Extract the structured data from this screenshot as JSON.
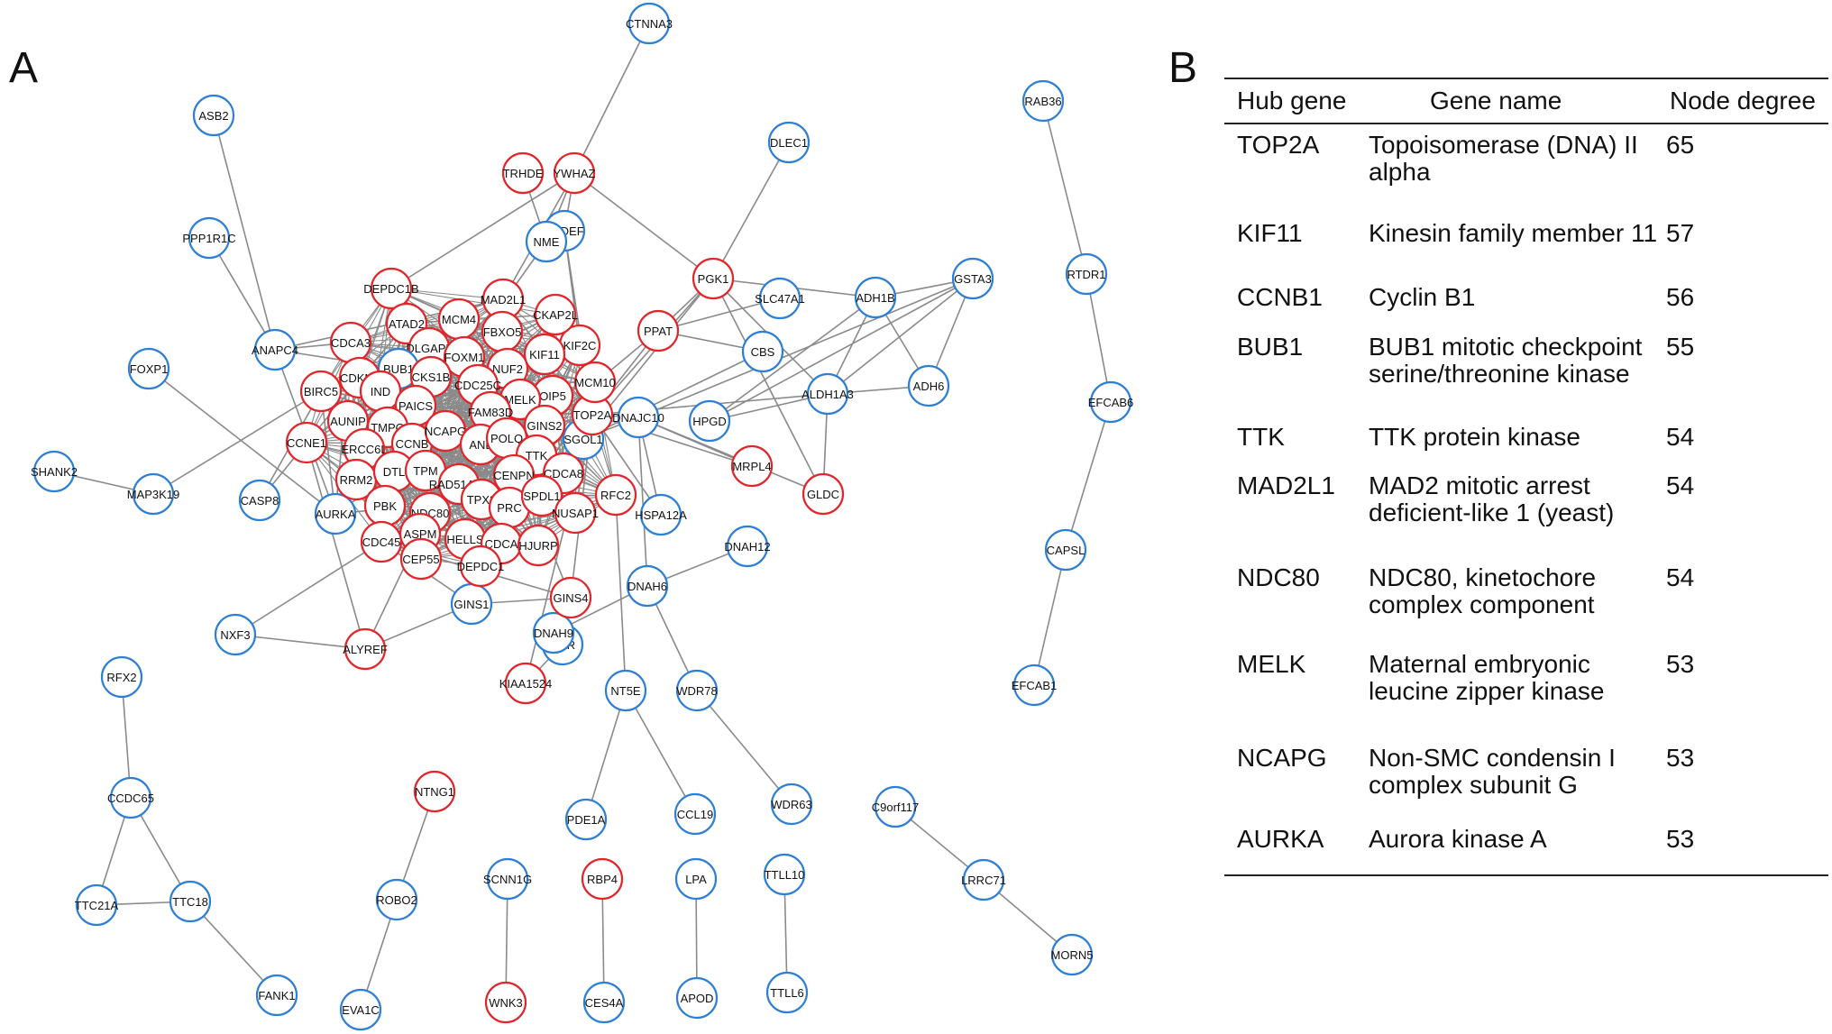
{
  "panel_a": {
    "label": "A",
    "colors": {
      "upregulated": "#e0262b",
      "downregulated": "#2e7fd4",
      "edge": "#8a8a8a"
    },
    "nodes": [
      {
        "id": "CTNNA3",
        "label": "CTNNA3",
        "c": "blue"
      },
      {
        "id": "ASB2",
        "label": "ASB2",
        "c": "blue"
      },
      {
        "id": "PPP1R1C",
        "label": "PPP1R1C",
        "c": "blue"
      },
      {
        "id": "FOXP1",
        "label": "FOXP1",
        "c": "blue"
      },
      {
        "id": "SHANK2",
        "label": "SHANK2",
        "c": "blue"
      },
      {
        "id": "MAP3K19",
        "label": "MAP3K19",
        "c": "blue"
      },
      {
        "id": "ANAPC4",
        "label": "ANAPC4",
        "c": "blue"
      },
      {
        "id": "CASP8",
        "label": "CASP8",
        "c": "blue"
      },
      {
        "id": "AURKA",
        "label": "AURKA",
        "c": "blue"
      },
      {
        "id": "NXF3",
        "label": "NXF3",
        "c": "blue"
      },
      {
        "id": "ALYREF",
        "label": "ALYREF",
        "c": "red"
      },
      {
        "id": "GINS1",
        "label": "GINS1",
        "c": "blue"
      },
      {
        "id": "KIAA1524",
        "label": "KIAA1524",
        "c": "red"
      },
      {
        "id": "PGR",
        "label": "PGR",
        "c": "blue"
      },
      {
        "id": "DNAH9",
        "label": "DNAH9",
        "c": "blue"
      },
      {
        "id": "GINS4",
        "label": "GINS4",
        "c": "red"
      },
      {
        "id": "NT5E",
        "label": "NT5E",
        "c": "blue"
      },
      {
        "id": "WDR78",
        "label": "WDR78",
        "c": "blue"
      },
      {
        "id": "DNAH6",
        "label": "DNAH6",
        "c": "blue"
      },
      {
        "id": "DNAH12",
        "label": "DNAH12",
        "c": "blue"
      },
      {
        "id": "HSPA12A",
        "label": "HSPA12A",
        "c": "blue"
      },
      {
        "id": "GLDC",
        "label": "GLDC",
        "c": "red"
      },
      {
        "id": "MRPL4",
        "label": "MRPL4",
        "c": "red"
      },
      {
        "id": "HPGD",
        "label": "HPGD",
        "c": "blue"
      },
      {
        "id": "ALDH1A3",
        "label": "ALDH1A3",
        "c": "blue"
      },
      {
        "id": "ADH6",
        "label": "ADH6",
        "c": "blue"
      },
      {
        "id": "ADH1B",
        "label": "ADH1B",
        "c": "blue"
      },
      {
        "id": "GSTA3",
        "label": "GSTA3",
        "c": "blue"
      },
      {
        "id": "CBS",
        "label": "CBS",
        "c": "blue"
      },
      {
        "id": "SLC47A1",
        "label": "SLC47A1",
        "c": "blue"
      },
      {
        "id": "DLEC1",
        "label": "DLEC1",
        "c": "blue"
      },
      {
        "id": "PGK1",
        "label": "PGK1",
        "c": "red"
      },
      {
        "id": "PPAT",
        "label": "PPAT",
        "c": "red"
      },
      {
        "id": "TRHDE",
        "label": "TRHDE",
        "c": "red"
      },
      {
        "id": "YWHAZ",
        "label": "YWHAZ",
        "c": "red"
      },
      {
        "id": "SPDEF",
        "label": "SPDEF",
        "c": "blue"
      },
      {
        "id": "NME",
        "label": "NME",
        "c": "blue"
      },
      {
        "id": "DNAJC10",
        "label": "DNAJC10",
        "c": "blue"
      },
      {
        "id": "SGOL1",
        "label": "SGOL1",
        "c": "blue"
      },
      {
        "id": "TOP2A",
        "label": "TOP2A",
        "c": "red"
      },
      {
        "id": "MCM10",
        "label": "MCM10",
        "c": "red"
      },
      {
        "id": "KIF2C",
        "label": "KIF2C",
        "c": "red"
      },
      {
        "id": "CKAP2L",
        "label": "CKAP2L",
        "c": "red"
      },
      {
        "id": "MAD2L1",
        "label": "MAD2L1",
        "c": "red"
      },
      {
        "id": "DEPDC1B",
        "label": "DEPDC1B",
        "c": "red"
      },
      {
        "id": "ATAD2",
        "label": "ATAD2",
        "c": "red"
      },
      {
        "id": "MCM4",
        "label": "MCM4",
        "c": "red"
      },
      {
        "id": "FBXO5",
        "label": "FBXO5",
        "c": "red"
      },
      {
        "id": "KIF11",
        "label": "KIF11",
        "c": "red"
      },
      {
        "id": "CDCA3",
        "label": "CDCA3",
        "c": "red"
      },
      {
        "id": "DLGAP5",
        "label": "DLGAP5",
        "c": "red"
      },
      {
        "id": "FOXM1",
        "label": "FOXM1",
        "c": "red"
      },
      {
        "id": "NUF2",
        "label": "NUF2",
        "c": "red"
      },
      {
        "id": "BUB1",
        "label": "BUB1",
        "c": "blue"
      },
      {
        "id": "CDKN3",
        "label": "CDKN3",
        "c": "red"
      },
      {
        "id": "CKS1B",
        "label": "CKS1B",
        "c": "red"
      },
      {
        "id": "CDC25C",
        "label": "CDC25C",
        "c": "red"
      },
      {
        "id": "OIP5",
        "label": "OIP5",
        "c": "red"
      },
      {
        "id": "MELK",
        "label": "MELK",
        "c": "red"
      },
      {
        "id": "BIRC5",
        "label": "BIRC5",
        "c": "red"
      },
      {
        "id": "IND",
        "label": "IND",
        "c": "red"
      },
      {
        "id": "PAICS",
        "label": "PAICS",
        "c": "red"
      },
      {
        "id": "FAM83D",
        "label": "FAM83D",
        "c": "red"
      },
      {
        "id": "GINS2",
        "label": "GINS2",
        "c": "red"
      },
      {
        "id": "AUNIP",
        "label": "AUNIP",
        "c": "red"
      },
      {
        "id": "TMPO",
        "label": "TMPO",
        "c": "red"
      },
      {
        "id": "CCNB",
        "label": "CCNB",
        "c": "red"
      },
      {
        "id": "NCAPG",
        "label": "NCAPG",
        "c": "red"
      },
      {
        "id": "ANL",
        "label": "ANL",
        "c": "red"
      },
      {
        "id": "POLQ",
        "label": "POLQ",
        "c": "red"
      },
      {
        "id": "TTK",
        "label": "TTK",
        "c": "red"
      },
      {
        "id": "CCNE1",
        "label": "CCNE1",
        "c": "red"
      },
      {
        "id": "ERCC6L",
        "label": "ERCC6L",
        "c": "red"
      },
      {
        "id": "RRM2",
        "label": "RRM2",
        "c": "red"
      },
      {
        "id": "DTL",
        "label": "DTL",
        "c": "red"
      },
      {
        "id": "TPM",
        "label": "TPM",
        "c": "red"
      },
      {
        "id": "RAD51AP1",
        "label": "RAD51AP1",
        "c": "red"
      },
      {
        "id": "CENPN",
        "label": "CENPN",
        "c": "red"
      },
      {
        "id": "CDCA8",
        "label": "CDCA8",
        "c": "red"
      },
      {
        "id": "RFC2",
        "label": "RFC2",
        "c": "red"
      },
      {
        "id": "PBK",
        "label": "PBK",
        "c": "red"
      },
      {
        "id": "NDC80",
        "label": "NDC80",
        "c": "red"
      },
      {
        "id": "TPX2",
        "label": "TPX2",
        "c": "red"
      },
      {
        "id": "PRC",
        "label": "PRC",
        "c": "red"
      },
      {
        "id": "SPDL1",
        "label": "SPDL1",
        "c": "red"
      },
      {
        "id": "NUSAP1",
        "label": "NUSAP1",
        "c": "red"
      },
      {
        "id": "CDC45",
        "label": "CDC45",
        "c": "red"
      },
      {
        "id": "ASPM",
        "label": "ASPM",
        "c": "red"
      },
      {
        "id": "HELLS",
        "label": "HELLS",
        "c": "red"
      },
      {
        "id": "CDCA",
        "label": "CDCA",
        "c": "red"
      },
      {
        "id": "HJURP",
        "label": "HJURP",
        "c": "red"
      },
      {
        "id": "CEP55",
        "label": "CEP55",
        "c": "red"
      },
      {
        "id": "DEPDC1",
        "label": "DEPDC1",
        "c": "red"
      },
      {
        "id": "RAB36",
        "label": "RAB36",
        "c": "blue"
      },
      {
        "id": "RTDR1",
        "label": "RTDR1",
        "c": "blue"
      },
      {
        "id": "EFCAB6",
        "label": "EFCAB6",
        "c": "blue"
      },
      {
        "id": "CAPSL",
        "label": "CAPSL",
        "c": "blue"
      },
      {
        "id": "EFCAB1",
        "label": "EFCAB1",
        "c": "blue"
      },
      {
        "id": "RFX2",
        "label": "RFX2",
        "c": "blue"
      },
      {
        "id": "CCDC65",
        "label": "CCDC65",
        "c": "blue"
      },
      {
        "id": "TTC21A",
        "label": "TTC21A",
        "c": "blue"
      },
      {
        "id": "TTC18",
        "label": "TTC18",
        "c": "blue"
      },
      {
        "id": "FANK1",
        "label": "FANK1",
        "c": "blue"
      },
      {
        "id": "NTNG1",
        "label": "NTNG1",
        "c": "red"
      },
      {
        "id": "ROBO2",
        "label": "ROBO2",
        "c": "blue"
      },
      {
        "id": "EVA1C",
        "label": "EVA1C",
        "c": "blue"
      },
      {
        "id": "SCNN1G",
        "label": "SCNN1G",
        "c": "blue"
      },
      {
        "id": "WNK3",
        "label": "WNK3",
        "c": "red"
      },
      {
        "id": "RBP4",
        "label": "RBP4",
        "c": "red"
      },
      {
        "id": "CES4A",
        "label": "CES4A",
        "c": "blue"
      },
      {
        "id": "LPA",
        "label": "LPA",
        "c": "blue"
      },
      {
        "id": "APOD",
        "label": "APOD",
        "c": "blue"
      },
      {
        "id": "TTLL10",
        "label": "TTLL10",
        "c": "blue"
      },
      {
        "id": "TTLL6",
        "label": "TTLL6",
        "c": "blue"
      },
      {
        "id": "PDE1A",
        "label": "PDE1A",
        "c": "blue"
      },
      {
        "id": "CCL19",
        "label": "CCL19",
        "c": "blue"
      },
      {
        "id": "WDR63",
        "label": "WDR63",
        "c": "blue"
      },
      {
        "id": "C9orf117",
        "label": "C9orf117",
        "c": "blue"
      },
      {
        "id": "LRRC71",
        "label": "LRRC71",
        "c": "blue"
      },
      {
        "id": "MORN5",
        "label": "MORN5",
        "c": "blue"
      }
    ],
    "edges": [
      [
        "CTNNA3",
        "YWHAZ"
      ],
      [
        "ASB2",
        "ANAPC4"
      ],
      [
        "PPP1R1C",
        "ANAPC4"
      ],
      [
        "SHANK2",
        "MAP3K19"
      ],
      [
        "MAP3K19",
        "BIRC5"
      ],
      [
        "FOXP1",
        "AURKA"
      ],
      [
        "ANAPC4",
        "CDCA3"
      ],
      [
        "ANAPC4",
        "BUB1"
      ],
      [
        "ANAPC4",
        "MAD2L1"
      ],
      [
        "ANAPC4",
        "AURKA"
      ],
      [
        "CASP8",
        "BIRC5"
      ],
      [
        "CASP8",
        "CCNE1"
      ],
      [
        "AURKA",
        "CDCA3"
      ],
      [
        "AURKA",
        "TPX2"
      ],
      [
        "AURKA",
        "BUB1"
      ],
      [
        "AURKA",
        "BIRC5"
      ],
      [
        "AURKA",
        "KIF2C"
      ],
      [
        "NXF3",
        "ALYREF"
      ],
      [
        "NXF3",
        "CDC45"
      ],
      [
        "ALYREF",
        "GINS1"
      ],
      [
        "ALYREF",
        "CCNE1"
      ],
      [
        "ALYREF",
        "ASPM"
      ],
      [
        "GINS1",
        "GINS4"
      ],
      [
        "GINS1",
        "CDC45"
      ],
      [
        "GINS1",
        "GINS2"
      ],
      [
        "GINS1",
        "MCM10"
      ],
      [
        "GINS4",
        "CDC45"
      ],
      [
        "GINS4",
        "MCM4"
      ],
      [
        "GINS4",
        "TOP2A"
      ],
      [
        "KIAA1524",
        "TOP2A"
      ],
      [
        "KIAA1524",
        "PGR"
      ],
      [
        "PGR",
        "DNAH9"
      ],
      [
        "DNAH9",
        "DNAH6"
      ],
      [
        "DNAH6",
        "WDR78"
      ],
      [
        "DNAH6",
        "DNAH12"
      ],
      [
        "DNAH6",
        "DNAJC10"
      ],
      [
        "WDR78",
        "WDR63"
      ],
      [
        "NT5E",
        "PDE1A"
      ],
      [
        "NT5E",
        "CCL19"
      ],
      [
        "NT5E",
        "RFC2"
      ],
      [
        "HSPA12A",
        "DNAJC10"
      ],
      [
        "HSPA12A",
        "TOP2A"
      ],
      [
        "GLDC",
        "PGK1"
      ],
      [
        "GLDC",
        "ALDH1A3"
      ],
      [
        "GLDC",
        "DNAJC10"
      ],
      [
        "MRPL4",
        "TOP2A"
      ],
      [
        "MRPL4",
        "DNAJC10"
      ],
      [
        "HPGD",
        "ALDH1A3"
      ],
      [
        "HPGD",
        "ADH1B"
      ],
      [
        "HPGD",
        "GSTA3"
      ],
      [
        "ALDH1A3",
        "ADH6"
      ],
      [
        "ALDH1A3",
        "ADH1B"
      ],
      [
        "ALDH1A3",
        "GSTA3"
      ],
      [
        "ALDH1A3",
        "PGK1"
      ],
      [
        "ALDH1A3",
        "TOP2A"
      ],
      [
        "ADH6",
        "ADH1B"
      ],
      [
        "ADH6",
        "GSTA3"
      ],
      [
        "ADH1B",
        "GSTA3"
      ],
      [
        "ADH1B",
        "PGK1"
      ],
      [
        "GSTA3",
        "DNAJC10"
      ],
      [
        "CBS",
        "PPAT"
      ],
      [
        "CBS",
        "SGOL1"
      ],
      [
        "SLC47A1",
        "PPAT"
      ],
      [
        "DLEC1",
        "PGK1"
      ],
      [
        "PGK1",
        "YWHAZ"
      ],
      [
        "PGK1",
        "PPAT"
      ],
      [
        "PGK1",
        "TOP2A"
      ],
      [
        "PGK1",
        "SGOL1"
      ],
      [
        "PPAT",
        "TOP2A"
      ],
      [
        "PPAT",
        "GINS2"
      ],
      [
        "TRHDE",
        "NME"
      ],
      [
        "YWHAZ",
        "NME"
      ],
      [
        "YWHAZ",
        "SPDEF"
      ],
      [
        "YWHAZ",
        "MAD2L1"
      ],
      [
        "YWHAZ",
        "DEPDC1B"
      ],
      [
        "SPDEF",
        "TOP2A"
      ],
      [
        "SPDEF",
        "KIF2C"
      ],
      [
        "NME",
        "FOXM1"
      ],
      [
        "DNAJC10",
        "TOP2A"
      ],
      [
        "DNAJC10",
        "SGOL1"
      ],
      [
        "SGOL1",
        "CDCA8"
      ],
      [
        "RAB36",
        "RTDR1"
      ],
      [
        "RTDR1",
        "EFCAB6"
      ],
      [
        "EFCAB6",
        "CAPSL"
      ],
      [
        "CAPSL",
        "EFCAB1"
      ],
      [
        "RFX2",
        "CCDC65"
      ],
      [
        "CCDC65",
        "TTC21A"
      ],
      [
        "CCDC65",
        "TTC18"
      ],
      [
        "TTC21A",
        "TTC18"
      ],
      [
        "TTC18",
        "FANK1"
      ],
      [
        "NTNG1",
        "ROBO2"
      ],
      [
        "ROBO2",
        "EVA1C"
      ],
      [
        "SCNN1G",
        "WNK3"
      ],
      [
        "RBP4",
        "CES4A"
      ],
      [
        "LPA",
        "APOD"
      ],
      [
        "TTLL10",
        "TTLL6"
      ],
      [
        "C9orf117",
        "LRRC71"
      ],
      [
        "LRRC71",
        "MORN5"
      ]
    ]
  },
  "panel_b": {
    "label": "B",
    "headers": {
      "hub_gene": "Hub gene",
      "gene_name": "Gene name",
      "node_degree": "Node degree"
    },
    "rows": [
      {
        "gene": "TOP2A",
        "name": "Topoisomerase (DNA) II alpha",
        "degree": "65"
      },
      {
        "gene": "KIF11",
        "name": "Kinesin family member 11",
        "degree": "57"
      },
      {
        "gene": "CCNB1",
        "name": "Cyclin B1",
        "degree": "56"
      },
      {
        "gene": "BUB1",
        "name": "BUB1 mitotic checkpoint serine/threonine kinase",
        "degree": "55"
      },
      {
        "gene": "TTK",
        "name": "TTK protein kinase",
        "degree": "54"
      },
      {
        "gene": "MAD2L1",
        "name": "MAD2 mitotic arrest deficient-like 1 (yeast)",
        "degree": "54"
      },
      {
        "gene": "NDC80",
        "name": "NDC80, kinetochore complex component",
        "degree": "54"
      },
      {
        "gene": "MELK",
        "name": "Maternal embryonic leucine zipper kinase",
        "degree": "53"
      },
      {
        "gene": "NCAPG",
        "name": "Non-SMC condensin I complex subunit G",
        "degree": "53"
      },
      {
        "gene": "AURKA",
        "name": "Aurora kinase A",
        "degree": "53"
      }
    ]
  }
}
